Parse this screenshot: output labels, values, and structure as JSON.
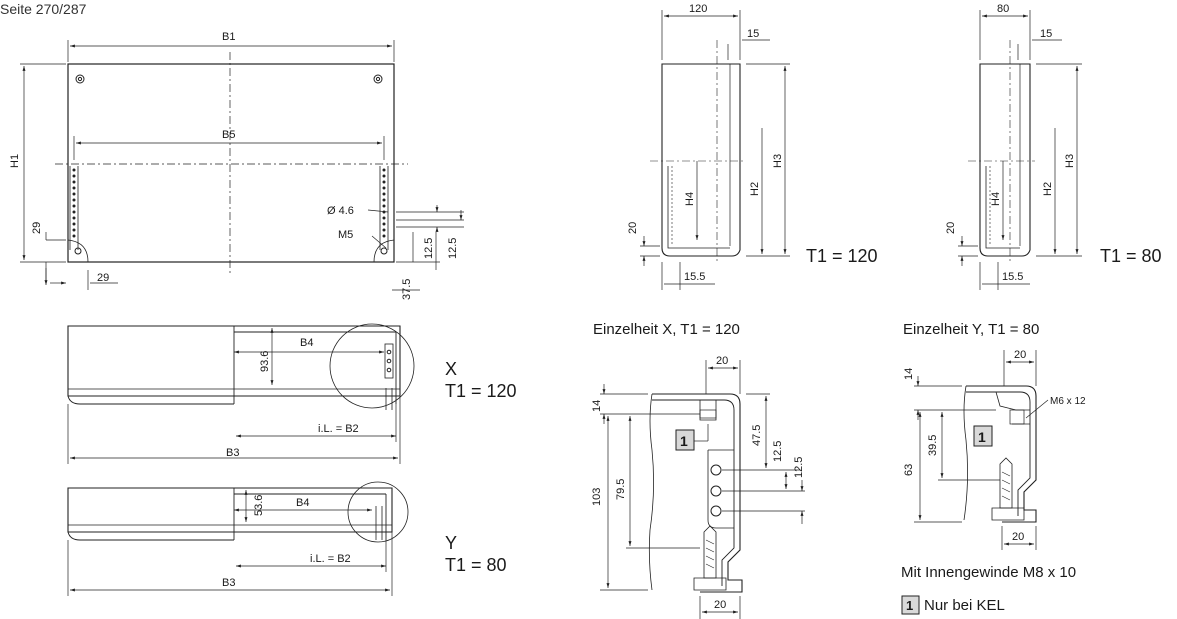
{
  "page": {
    "label": "Seite 270/287"
  },
  "front_view": {
    "B1": "B1",
    "B5": "B5",
    "H1": "H1",
    "d29a": "29",
    "d29b": "29",
    "hole": "Ø 4.6",
    "thread": "M5",
    "d12a": "12.5",
    "d12b": "12.5",
    "d37": "37.5"
  },
  "top_view_x": {
    "B4": "B4",
    "d93": "93.6",
    "iL": "i.L. = B2",
    "B3": "B3",
    "letter": "X",
    "t1": "T1 = 120"
  },
  "top_view_y": {
    "B4": "B4",
    "d53": "53.6",
    "iL": "i.L. = B2",
    "B3": "B3",
    "letter": "Y",
    "t1": "T1 = 80"
  },
  "side_120": {
    "w": "120",
    "d15": "15",
    "H3": "H3",
    "H2": "H2",
    "H4": "H4",
    "d20": "20",
    "d155": "15.5",
    "t1": "T1 = 120"
  },
  "side_80": {
    "w": "80",
    "d15": "15",
    "H3": "H3",
    "H2": "H2",
    "H4": "H4",
    "d20": "20",
    "d155": "15.5",
    "t1": "T1 = 80"
  },
  "detail_x": {
    "title": "Einzelheit X, T1 = 120",
    "d20top": "20",
    "d14": "14",
    "d103": "103",
    "d795": "79.5",
    "d475": "47.5",
    "d125a": "12.5",
    "d125b": "12.5",
    "d20bot": "20",
    "marker": "1"
  },
  "detail_y": {
    "title": "Einzelheit Y, T1 = 80",
    "d20top": "20",
    "d14": "14",
    "d63": "63",
    "d395": "39.5",
    "screw": "M6 x 12",
    "d20bot": "20",
    "marker": "1"
  },
  "notes": {
    "thread": "Mit Innengewinde M8 x 10",
    "marker": "1",
    "kel": "Nur bei KEL"
  }
}
